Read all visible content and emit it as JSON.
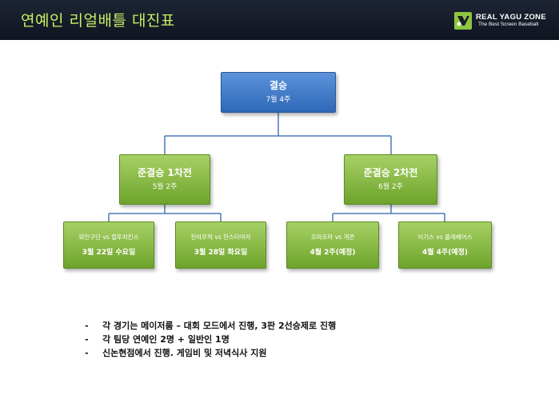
{
  "header": {
    "title": "연예인 리얼배틀 대진표",
    "logo": {
      "name": "REAL YAGU ZONE",
      "tagline": "The Best Screen Baseball",
      "mark": "baseball-bat-logo-icon"
    }
  },
  "colors": {
    "header_bg": "#141a28",
    "title": "#c8ef63",
    "final": "#4a80cc",
    "semifinal": "#8dbe4a",
    "connector": "#4a78b8"
  },
  "bracket": {
    "final": {
      "title": "결승",
      "date": "7월 4주"
    },
    "semifinals": [
      {
        "title": "준결승 1차전",
        "date": "5월 2주"
      },
      {
        "title": "준결승 2차전",
        "date": "6월 2주"
      }
    ],
    "quarterfinals": [
      {
        "match": "외인구단 vs 컬투치킨스",
        "date": "3월 22일 수요일"
      },
      {
        "match": "천하무적 vs 한스타여자",
        "date": "3월 28일 화요일"
      },
      {
        "match": "조마조마 vs 개콘",
        "date": "4월 2주(예정)"
      },
      {
        "match": "이기스 vs 플레베어스",
        "date": "4월 4주(예정)"
      }
    ]
  },
  "notes": [
    {
      "bullet": "-",
      "text": "각 경기는 메이저룸 – 대회 모드에서 진행, 3판 2선승제로 진행"
    },
    {
      "bullet": "-",
      "text": "각 팀당 연예인 2명 + 일반인 1명"
    },
    {
      "bullet": "-",
      "text": "신논현점에서 진행. 게임비 및 저녁식사 지원"
    }
  ]
}
